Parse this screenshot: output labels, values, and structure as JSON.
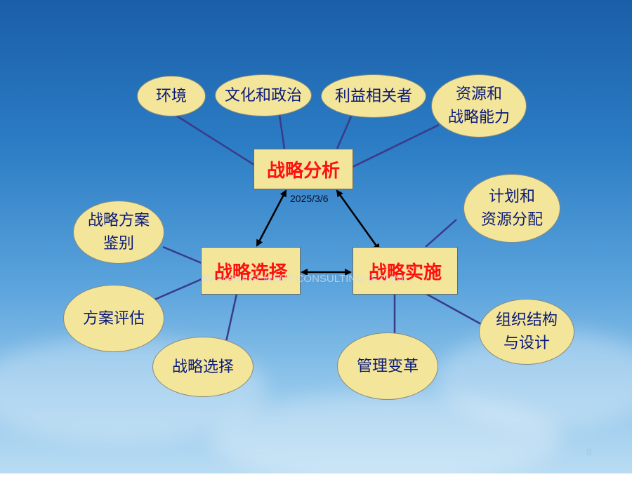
{
  "center_boxes": {
    "analysis": "战略分析",
    "choice": "战略选择",
    "implementation": "战略实施"
  },
  "analysis_nodes": [
    "环境",
    "文化和政治",
    "利益相关者",
    "资源和\n战略能力"
  ],
  "choice_nodes": [
    "战略方案\n鉴别",
    "方案评估",
    "战略选择"
  ],
  "implementation_nodes": [
    "计划和\n资源分配",
    "组织结构\n与设计",
    "管理变革"
  ],
  "date": "2025/3/6",
  "watermark": "BV MANAGEMENT CONSULTING (SZ) INC.",
  "page_number": "8",
  "colors": {
    "box_fill": "#f3e59a",
    "box_text": "#ff1010",
    "node_text": "#0a1a7a",
    "connector": "#3a3a8a",
    "arrow": "#000000"
  }
}
